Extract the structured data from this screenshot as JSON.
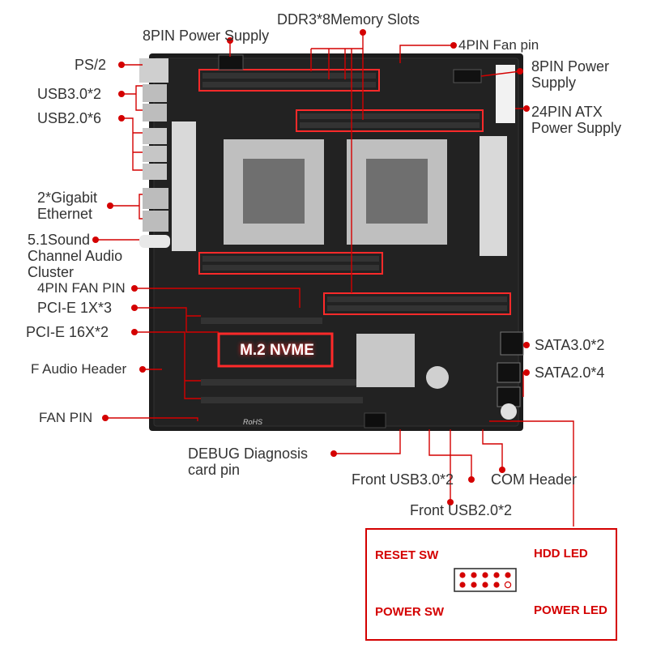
{
  "colors": {
    "accent": "#d40000",
    "board": "#1c1c1c",
    "dimm": "#2a2a2a",
    "glow": "#ff2a2a",
    "heatsink": "#d9d9d9",
    "text": "#333333"
  },
  "labels": {
    "ddr3": "DDR3*8Memory Slots",
    "pin8_left": "8PIN Power Supply",
    "fan4_top": "4PIN Fan pin",
    "pin8_right": "8PIN Power\nSupply",
    "atx24": "24PIN ATX\nPower Supply",
    "ps2": "PS/2",
    "usb3": "USB3.0*2",
    "usb2": "USB2.0*6",
    "ethernet": "2*Gigabit\nEthernet",
    "sound": "5.1Sound\nChannel Audio\nCluster",
    "fan4_pin": "4PIN FAN PIN",
    "pcie1x": "PCI-E 1X*3",
    "pcie16x": "PCI-E 16X*2",
    "faudio": "F Audio Header",
    "fanpin": "FAN PIN",
    "sata3": "SATA3.0*2",
    "sata2": "SATA2.0*4",
    "debug": "DEBUG Diagnosis\ncard pin",
    "front_usb3": "Front USB3.0*2",
    "com": "COM Header",
    "front_usb2": "Front USB2.0*2"
  },
  "board_text": {
    "m2": "M.2 NVME",
    "rohs": "RoHS"
  },
  "callout": {
    "reset_sw": "RESET SW",
    "hdd_led": "HDD  LED",
    "power_sw": "POWER SW",
    "power_led": "POWER LED"
  }
}
